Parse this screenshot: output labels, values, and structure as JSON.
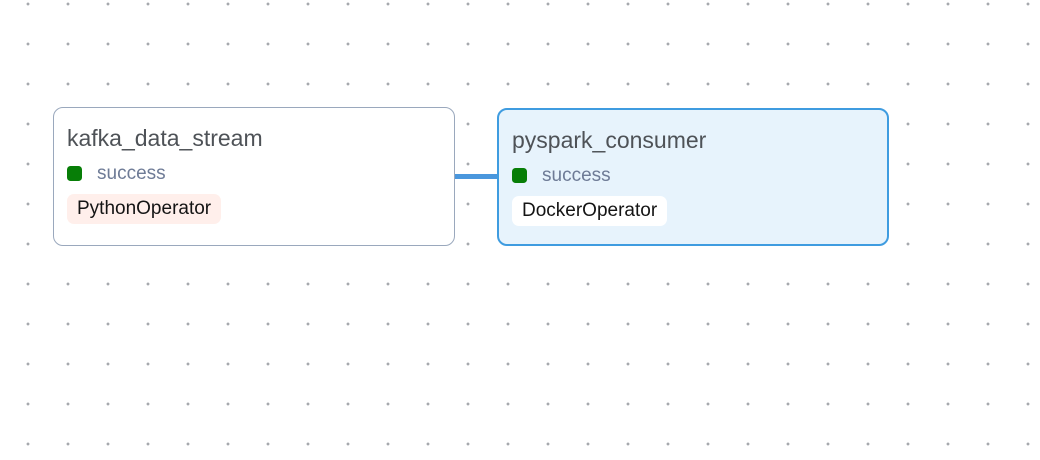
{
  "canvas": {
    "dot_color": "#a6a9ad",
    "background_color": "#ffffff"
  },
  "edge": {
    "from": "kafka_data_stream",
    "to": "pyspark_consumer",
    "color": "#4a97dd"
  },
  "nodes": [
    {
      "title": "kafka_data_stream",
      "state": "success",
      "state_color": "#077e07",
      "operator": "PythonOperator",
      "operator_badge_color": "#ffefeb",
      "border_color": "#9aa8bd",
      "fill_color": "#ffffff",
      "selected": false
    },
    {
      "title": "pyspark_consumer",
      "state": "success",
      "state_color": "#077e07",
      "operator": "DockerOperator",
      "operator_badge_color": "#ffffff",
      "border_color": "#3f9ce0",
      "fill_color": "#e7f3fc",
      "selected": true
    }
  ]
}
